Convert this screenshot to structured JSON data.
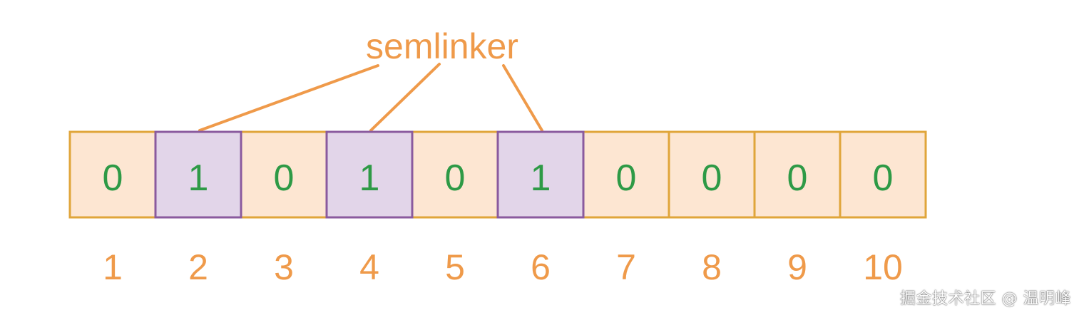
{
  "title": "semlinker",
  "cells": [
    {
      "value": "0",
      "highlighted": false
    },
    {
      "value": "1",
      "highlighted": true
    },
    {
      "value": "0",
      "highlighted": false
    },
    {
      "value": "1",
      "highlighted": true
    },
    {
      "value": "0",
      "highlighted": false
    },
    {
      "value": "1",
      "highlighted": true
    },
    {
      "value": "0",
      "highlighted": false
    },
    {
      "value": "0",
      "highlighted": false
    },
    {
      "value": "0",
      "highlighted": false
    },
    {
      "value": "0",
      "highlighted": false
    }
  ],
  "indices": [
    "1",
    "2",
    "3",
    "4",
    "5",
    "6",
    "7",
    "8",
    "9",
    "10"
  ],
  "watermark": "掘金技术社区 @ 温明峰",
  "colors": {
    "cell_fill": "#fde6d2",
    "cell_border": "#e0a53a",
    "highlight_fill": "#e2d5e9",
    "highlight_border": "#8a5a9e",
    "digit": "#2e9a46",
    "accent": "#ef9a4a"
  }
}
